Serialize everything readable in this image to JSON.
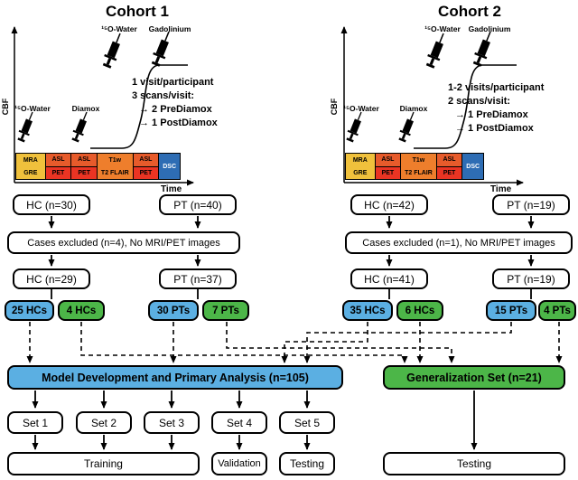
{
  "colors": {
    "model_blue": "#5BAFE2",
    "generalization_green": "#4CB648",
    "mra_yellow": "#F0C13C",
    "asl_red": "#E75B2B",
    "pet_red": "#EA3423",
    "t1w_orange": "#EE7E2C",
    "dsc_blue": "#2E6DB4"
  },
  "cohort1": {
    "title": "Cohort 1",
    "ylabel": "CBF",
    "xlabel": "Time",
    "labels": {
      "water_pre": "¹⁵O-Water",
      "diamox": "Diamox",
      "water_post": "¹⁵O-Water",
      "gadolinium": "Gadolinium"
    },
    "notes": {
      "line1": "1 visit/participant",
      "line2": "3 scans/visit:",
      "line3": "→ 2 PreDiamox",
      "line4": "→ 1 PostDiamox"
    },
    "timeline": {
      "mra": {
        "top": "MRA",
        "bottom": "GRE"
      },
      "asl1": {
        "top": "ASL",
        "bottom": "PET"
      },
      "asl2": {
        "top": "ASL",
        "bottom": "PET"
      },
      "t1w": {
        "top": "T1w",
        "bottom": "T2 FLAIR"
      },
      "asl3": {
        "top": "ASL",
        "bottom": "PET"
      },
      "dsc": "DSC"
    },
    "flow": {
      "hc_initial": "HC (n=30)",
      "pt_initial": "PT (n=40)",
      "excluded": "Cases excluded (n=4), No MRI/PET images",
      "hc_after": "HC (n=29)",
      "pt_after": "PT (n=37)",
      "hc_model": "25 HCs",
      "hc_gen": "4 HCs",
      "pt_model": "30 PTs",
      "pt_gen": "7 PTs"
    }
  },
  "cohort2": {
    "title": "Cohort 2",
    "ylabel": "CBF",
    "xlabel": "Time",
    "labels": {
      "water_pre": "¹⁵O-Water",
      "diamox": "Diamox",
      "water_post": "¹⁵O-Water",
      "gadolinium": "Gadolinium"
    },
    "notes": {
      "line1": "1-2 visits/participant",
      "line2": "2 scans/visit:",
      "line3": "→ 1 PreDiamox",
      "line4": "→ 1 PostDiamox"
    },
    "timeline": {
      "mra": {
        "top": "MRA",
        "bottom": "GRE"
      },
      "asl1": {
        "top": "ASL",
        "bottom": "PET"
      },
      "t1w": {
        "top": "T1w",
        "bottom": "T2 FLAIR"
      },
      "asl2": {
        "top": "ASL",
        "bottom": "PET"
      },
      "dsc": "DSC"
    },
    "flow": {
      "hc_initial": "HC (n=42)",
      "pt_initial": "PT (n=19)",
      "excluded": "Cases excluded (n=1), No MRI/PET images",
      "hc_after": "HC (n=41)",
      "pt_after": "PT (n=19)",
      "hc_model": "35 HCs",
      "hc_gen": "6 HCs",
      "pt_model": "15 PTs",
      "pt_gen": "4 PTs"
    }
  },
  "bottom": {
    "model": "Model Development and Primary Analysis (n=105)",
    "generalization": "Generalization Set (n=21)",
    "set1": "Set 1",
    "set2": "Set 2",
    "set3": "Set 3",
    "set4": "Set 4",
    "set5": "Set 5",
    "training": "Training",
    "validation": "Validation",
    "testing": "Testing",
    "gen_testing": "Testing"
  }
}
